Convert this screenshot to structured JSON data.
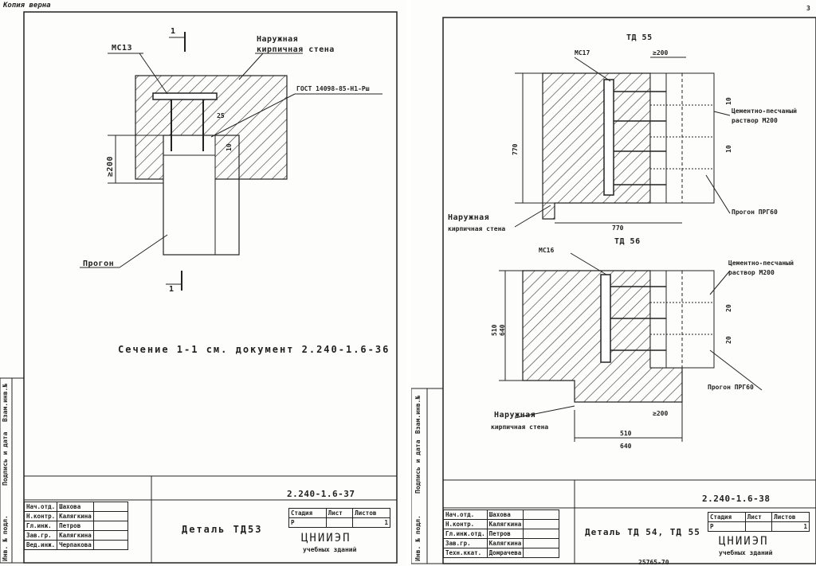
{
  "stamp": "Копия верна",
  "page_number": "3",
  "left": {
    "labels": {
      "mc": "МС13",
      "wall1": "Наружная",
      "wall2": "кирпичная стена",
      "gost": "ГОСТ 14098-85-Н1-Рш",
      "dim200": "≥200",
      "dim25": "25",
      "dim10": "10",
      "progon": "Прогон",
      "cut_top": "1",
      "cut_bottom": "1",
      "section": "Сечение 1-1 см. документ 2.240-1.6-36"
    },
    "title_block": {
      "code": "2.240-1.6-37",
      "title": "Деталь ТД53",
      "stage_h": "Стадия",
      "sheet_h": "Лист",
      "sheets_h": "Листов",
      "stage": "Р",
      "sheet": "",
      "sheets": "1",
      "org1": "ЦНИИЭП",
      "org2": "учебных зданий",
      "roles": [
        "Нач.отд.",
        "Н.контр.",
        "Гл.инж.",
        "Зав.гр.",
        "Вед.инж."
      ],
      "names": [
        "Шахова",
        "Калягкина",
        "Петров",
        "Калягкина",
        "Черпакова"
      ]
    },
    "margin": [
      "Инв. № подл.",
      "Подпись и дата",
      "Взам.инв.№"
    ]
  },
  "right": {
    "top": {
      "title": "ТД 55",
      "mc": "МС17",
      "dim200": "≥200",
      "dim770v": "770",
      "dim770h": "770",
      "dim10a": "10",
      "dim10b": "10",
      "mortar1": "Цементно-песчаный",
      "mortar2": "раствор М200",
      "progon": "Прогон ПРГ60",
      "wall1": "Наружная",
      "wall2": "кирпичная стена"
    },
    "bottom": {
      "title": "ТД 56",
      "mc": "МС16",
      "mortar1": "Цементно-песчаный",
      "mortar2": "раствор М200",
      "dim510v": "510",
      "dim640v": "640",
      "dim20a": "20",
      "dim20b": "20",
      "progon": "Прогон ПРГ60",
      "dim200": "≥200",
      "wall1": "Наружная",
      "wall2": "кирпичная стена",
      "dim510h": "510",
      "dim640h": "640"
    },
    "title_block": {
      "code": "2.240-1.6-38",
      "title": "Деталь ТД 54, ТД 55",
      "stage_h": "Стадия",
      "sheet_h": "Лист",
      "sheets_h": "Листов",
      "stage": "Р",
      "sheet": "",
      "sheets": "1",
      "org1": "ЦНИИЭП",
      "org2": "учебных зданий",
      "roles": [
        "Нач.отд.",
        "Н.контр.",
        "Гл.инж.отд.",
        "Зав.гр.",
        "Техн.ккат."
      ],
      "names": [
        "Шахова",
        "Калягкина",
        "Петров",
        "Калягкина",
        "Домрачева"
      ]
    },
    "margin": [
      "Инв. № подл.",
      "Подпись и дата",
      "Взам.инв.№"
    ],
    "bottom_note": "25765-70"
  }
}
